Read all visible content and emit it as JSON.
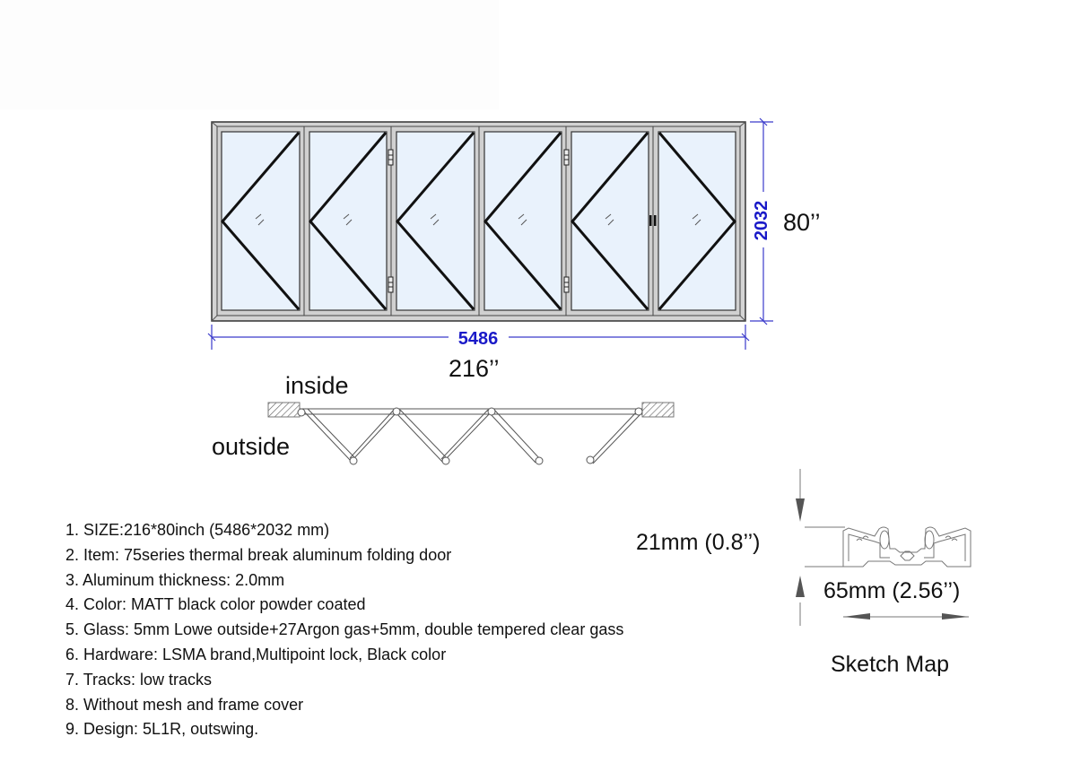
{
  "elevation": {
    "panel_count": 6,
    "width_mm": "5486",
    "height_mm": "2032",
    "width_in": "216’’",
    "height_in": "80’’",
    "dimension_color": "#1a1ac8",
    "glass_color": "#e9f2fc",
    "frame_color": "#d2d2d2"
  },
  "plan_view": {
    "inside_label": "inside",
    "outside_label": "outside"
  },
  "specs": {
    "items": [
      "1. SIZE:216*80inch (5486*2032 mm)",
      "2. Item: 75series thermal break aluminum folding door",
      "3. Aluminum thickness: 2.0mm",
      "4. Color: MATT black color powder coated",
      "5. Glass: 5mm Lowe outside+27Argon gas+5mm, double tempered clear gass",
      "6. Hardware: LSMA brand,Multipoint lock, Black color",
      "7. Tracks: low tracks",
      "8. Without mesh and frame cover",
      "9. Design: 5L1R, outswing."
    ]
  },
  "profile": {
    "height_label": "21mm (0.8’’)",
    "width_label": "65mm (2.56’’)",
    "caption": "Sketch Map"
  }
}
